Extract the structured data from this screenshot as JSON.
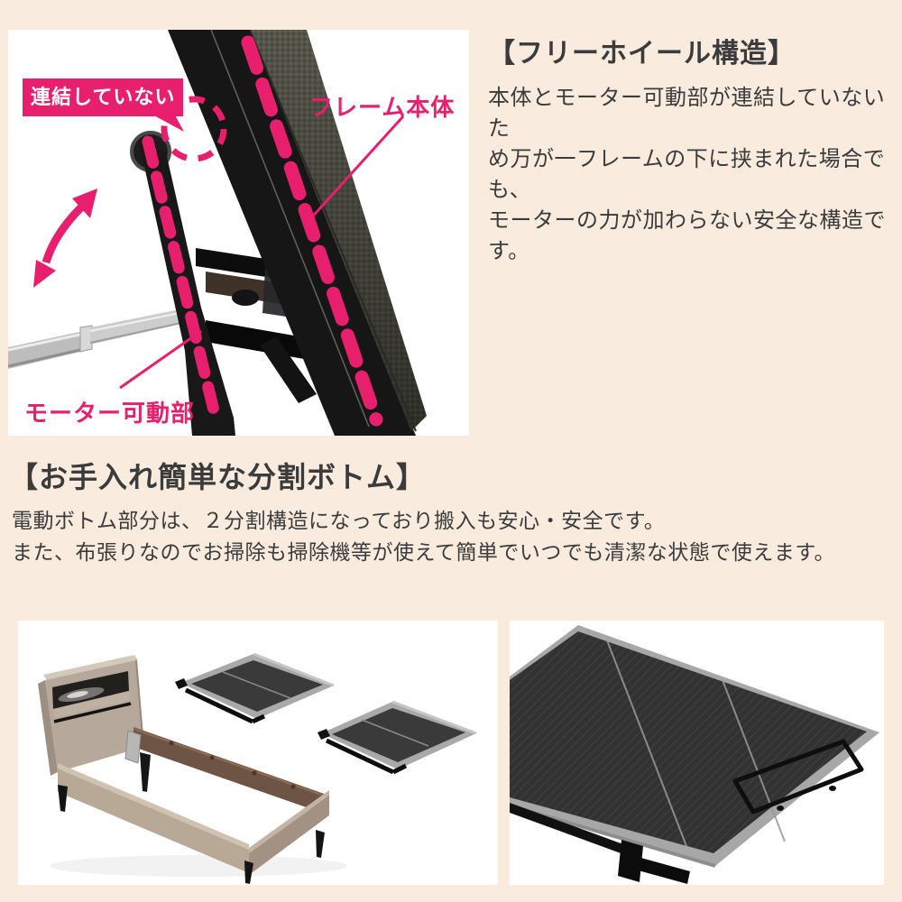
{
  "page": {
    "background_color": "#f9ecdf",
    "photo_background": "#ffffff",
    "accent_pink": "#e81f6d",
    "text_color": "#3b3b3b"
  },
  "freewheel_section": {
    "heading": "【フリーホイール構造】",
    "body_lines": [
      "本体とモーター可動部が連結していないた",
      "め万が一フレームの下に挟まれた場合でも、",
      "モーターの力が加わらない安全な構造です。"
    ],
    "photo_labels": {
      "not_connected": "連結していない",
      "frame_body": "フレーム本体",
      "motor_movable": "モーター可動部"
    }
  },
  "split_bottom_section": {
    "heading": "【お手入れ簡単な分割ボトム】",
    "body_lines": [
      "電動ボトム部分は、２分割構造になっており搬入も安心・安全です。",
      "また、布張りなのでお掃除も掃除機等が使えて簡単でいつでも清潔な状態で使えます。"
    ]
  },
  "icons": {
    "rotation-arrow-icon": "pink curved double-headed arrow",
    "dashed-circle-icon": "pink dashed highlight circle",
    "speech-tail-icon": "triangle pointer of label bubble",
    "pointer-line": "thin pink annotation line"
  }
}
